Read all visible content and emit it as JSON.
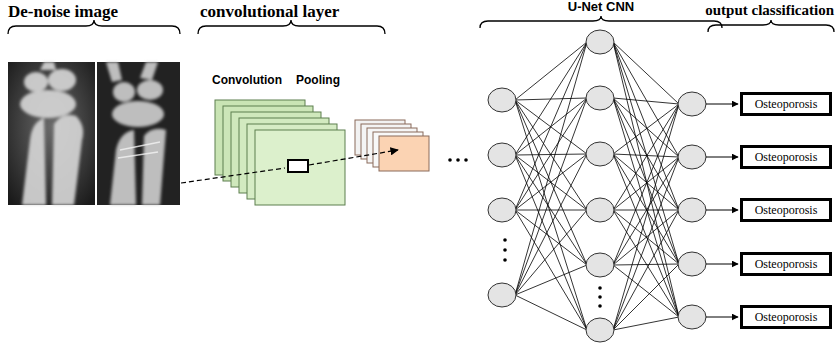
{
  "diagram": {
    "nodes": [
      {
        "text": [
          "Osteoporosis"
        ]
      },
      {
        "text": [
          "Osteoporosis"
        ]
      },
      {
        "text": [
          "Osteoporosis"
        ]
      },
      {
        "text": [
          "Osteoporosis"
        ]
      },
      {
        "text": [
          "Osteoporosis"
        ]
      }
    ],
    "labels": [
      "De-noise image",
      "convolutional layer",
      "Convolution",
      "Pooling",
      "U-Net CNN",
      "output classification"
    ]
  }
}
